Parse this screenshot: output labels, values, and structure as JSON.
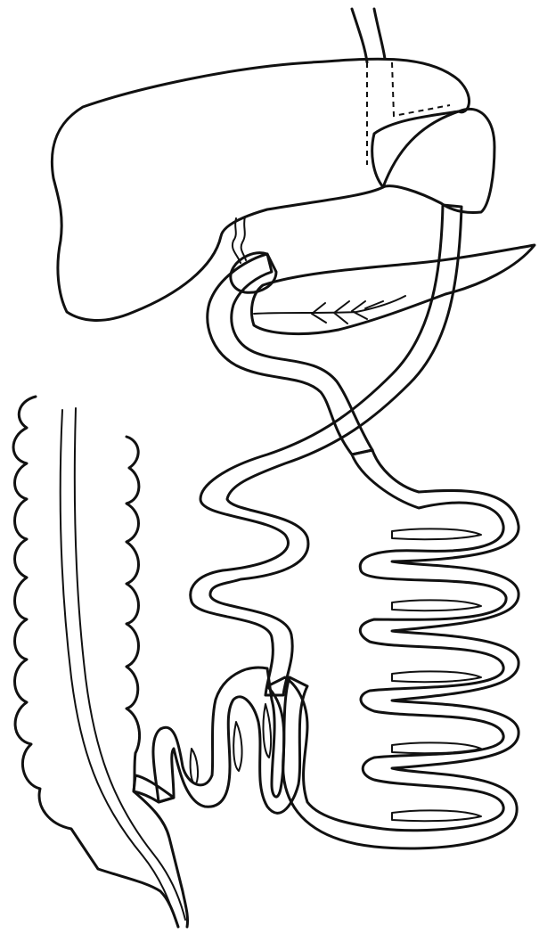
{
  "diagram": {
    "type": "anatomical-line-drawing",
    "labels": [],
    "colors": {
      "ink": "#111111",
      "background": "#ffffff",
      "dark_stipple": "#5e5e5e",
      "light_stipple": "#bdbdbd"
    },
    "parts": [
      {
        "name": "liver",
        "fill": "none"
      },
      {
        "name": "stomach",
        "fill": "none"
      },
      {
        "name": "pancreas",
        "fill": "none"
      },
      {
        "name": "duodenum-proximal",
        "fill": "dark_stipple"
      },
      {
        "name": "jejunum-coiled-loops",
        "fill": "dark_stipple"
      },
      {
        "name": "ileum-coiled-loops",
        "fill": "light_stipple"
      },
      {
        "name": "transposed-limb",
        "fill": "none"
      },
      {
        "name": "colon",
        "fill": "none"
      },
      {
        "name": "esophagus",
        "fill": "none"
      }
    ]
  }
}
